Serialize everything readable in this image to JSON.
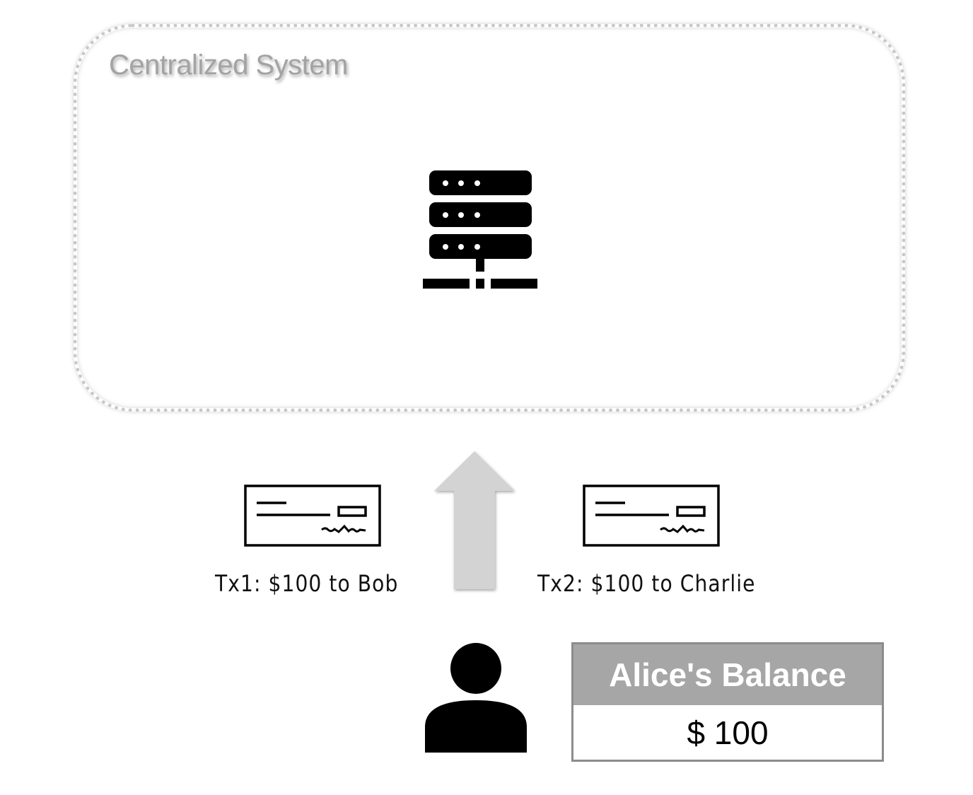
{
  "system": {
    "title": "Centralized System"
  },
  "icons": {
    "server": "server-rack-icon",
    "check": "bank-check-icon",
    "person": "person-icon",
    "arrow": "up-arrow-icon"
  },
  "transactions": [
    {
      "label": "Tx1: $100 to Bob"
    },
    {
      "label": "Tx2: $100 to Charlie"
    }
  ],
  "balance": {
    "header": "Alice's Balance",
    "value": "$ 100"
  },
  "colors": {
    "system_border": "#c8c8c8",
    "system_title": "#a3a3a3",
    "arrow": "#d3d3d3",
    "table_header": "#a6a6a6",
    "table_border": "#8c8c8c",
    "icon": "#000000"
  }
}
